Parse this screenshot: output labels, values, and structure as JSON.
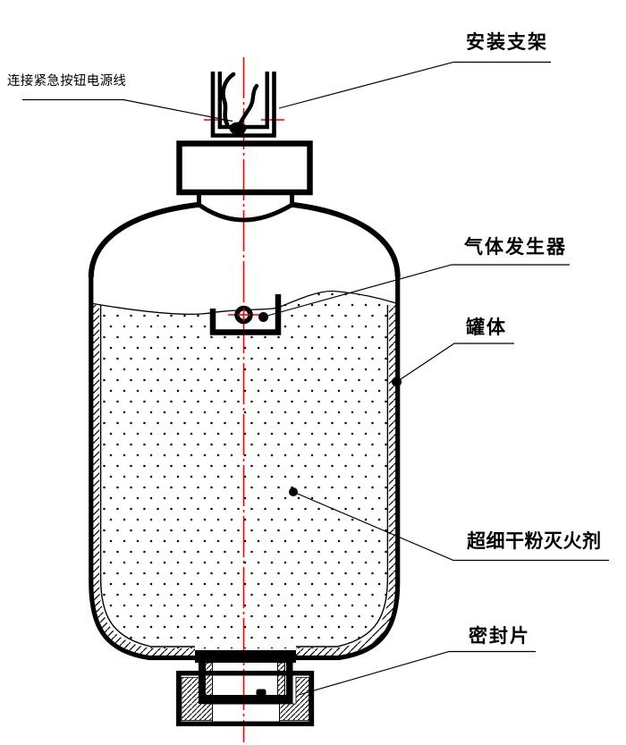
{
  "diagram": {
    "subject": "superfine dry powder fire extinguisher cross-section",
    "colors": {
      "line": "#000000",
      "centerline_red": "#ff0000",
      "background": "#ffffff"
    }
  },
  "labels": {
    "power_line": {
      "text": "连接紧急按钮电源线"
    },
    "mounting_bracket": {
      "text": "安装支架"
    },
    "gas_generator": {
      "text": "气体发生器"
    },
    "tank_body": {
      "text": "罐体"
    },
    "powder_agent": {
      "text": "超细干粉灭火剂"
    },
    "sealing_piece": {
      "text": "密封片"
    }
  }
}
